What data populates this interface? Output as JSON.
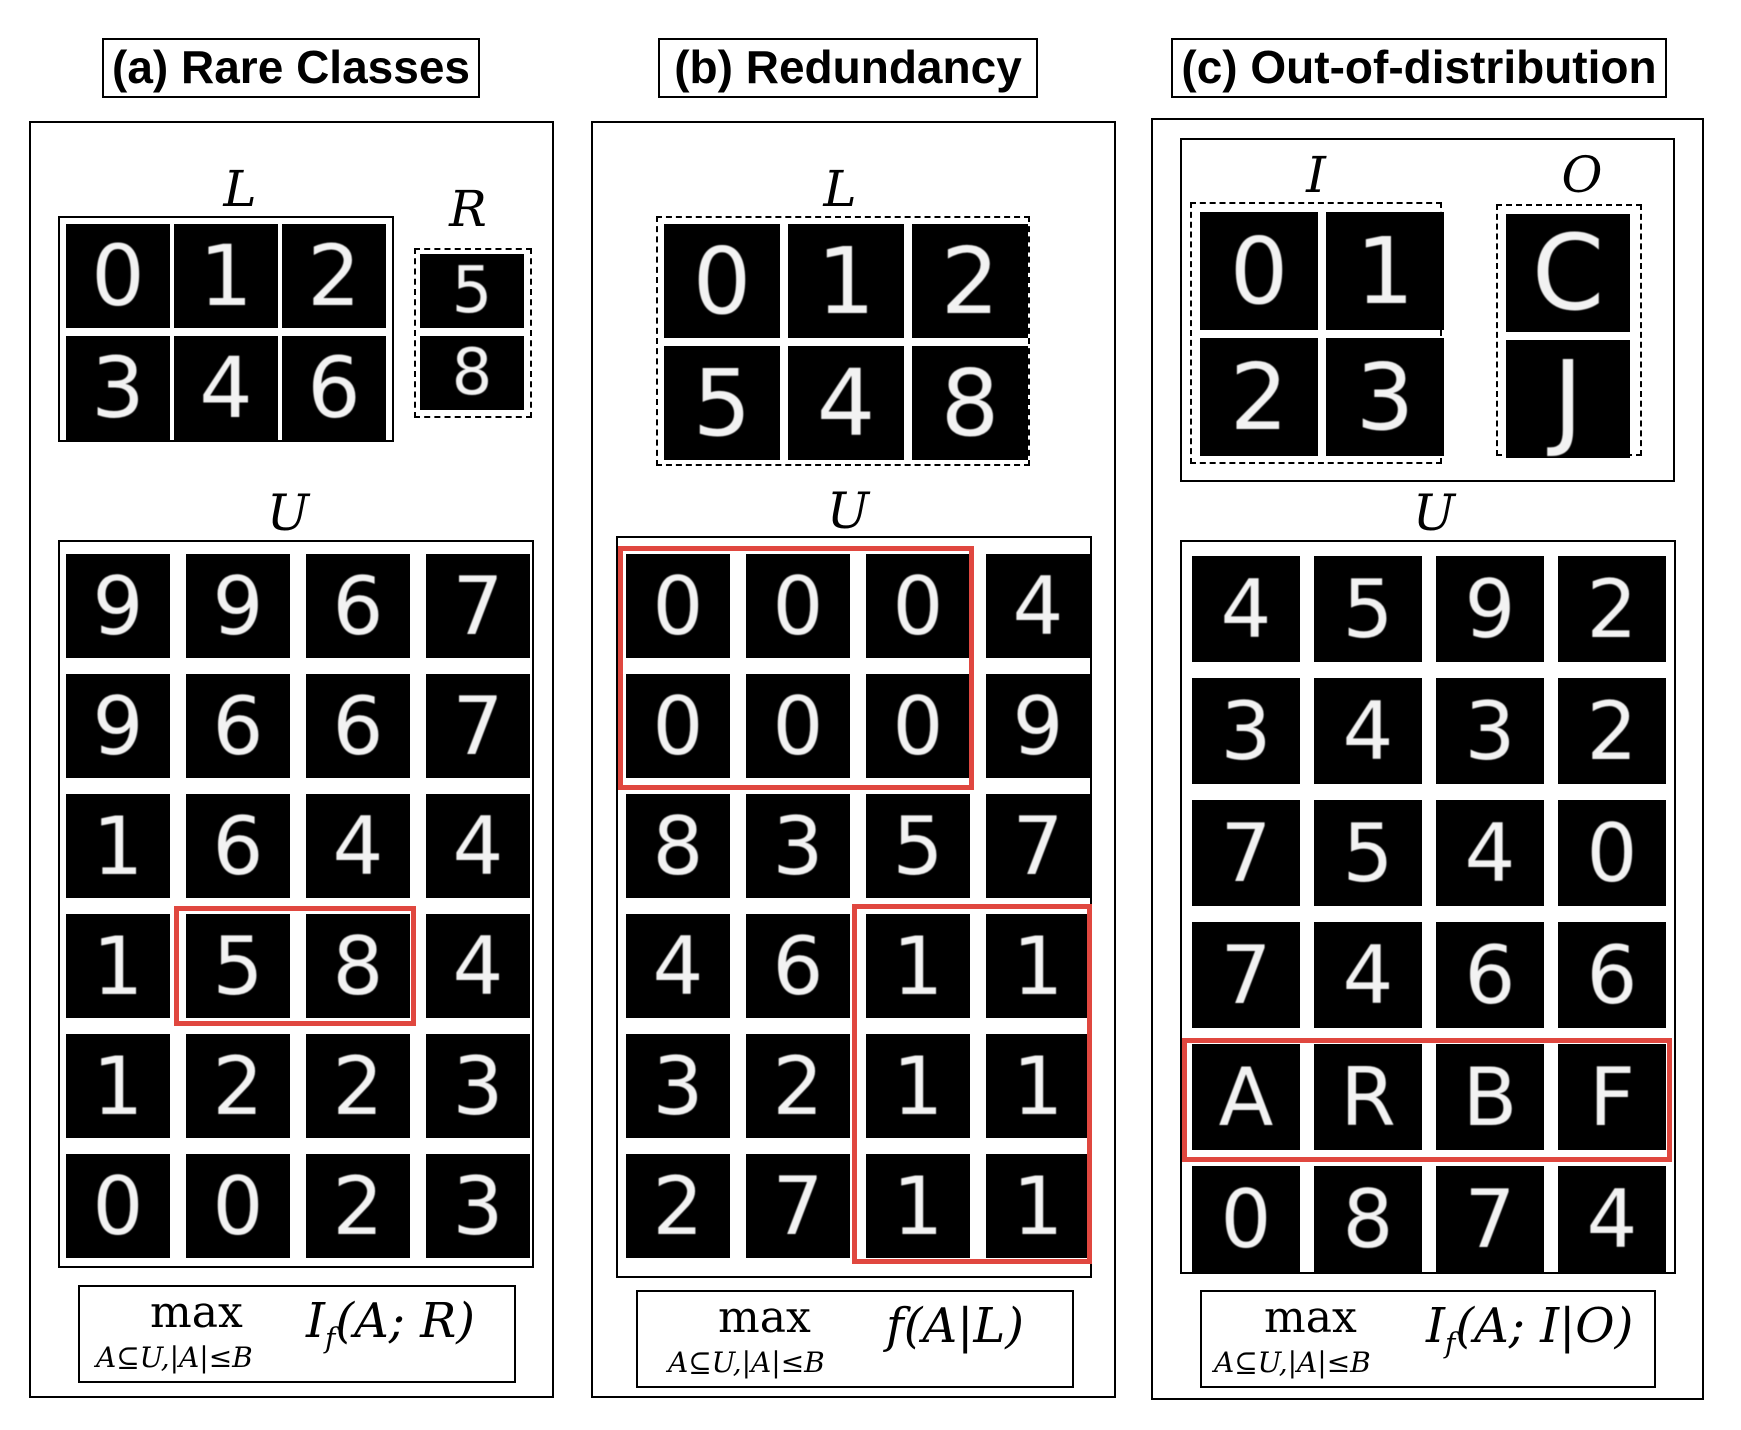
{
  "panels": [
    {
      "title": "(a) Rare Classes",
      "sets": [
        {
          "label": "L",
          "digits": [
            "0",
            "1",
            "2",
            "3",
            "4",
            "6"
          ]
        },
        {
          "label": "R",
          "digits": [
            "5",
            "8"
          ]
        },
        {
          "label": "U",
          "digits": [
            "9",
            "9",
            "6",
            "7",
            "9",
            "6",
            "6",
            "7",
            "1",
            "6",
            "4",
            "4",
            "1",
            "5",
            "8",
            "4",
            "1",
            "2",
            "2",
            "3",
            "0",
            "0",
            "2",
            "3"
          ]
        }
      ],
      "formula": {
        "op": "max",
        "sub": "A⊆U,|A|≤B",
        "expr": "I_f(A; R)"
      }
    },
    {
      "title": "(b) Redundancy",
      "sets": [
        {
          "label": "L",
          "digits": [
            "0",
            "1",
            "2",
            "5",
            "4",
            "8"
          ]
        },
        {
          "label": "U",
          "digits": [
            "0",
            "0",
            "0",
            "4",
            "0",
            "0",
            "0",
            "9",
            "8",
            "3",
            "5",
            "7",
            "4",
            "6",
            "1",
            "1",
            "3",
            "2",
            "1",
            "1",
            "2",
            "7",
            "1",
            "1"
          ]
        }
      ],
      "formula": {
        "op": "max",
        "sub": "A⊆U,|A|≤B",
        "expr": "f(A|L)"
      }
    },
    {
      "title": "(c) Out-of-distribution",
      "sets": [
        {
          "label": "I",
          "digits": [
            "0",
            "1",
            "2",
            "3"
          ]
        },
        {
          "label": "O",
          "digits": [
            "C",
            "J"
          ]
        },
        {
          "label": "U",
          "digits": [
            "4",
            "5",
            "9",
            "2",
            "3",
            "4",
            "3",
            "2",
            "7",
            "5",
            "4",
            "0",
            "7",
            "4",
            "6",
            "6",
            "A",
            "R",
            "B",
            "F",
            "0",
            "8",
            "7",
            "4"
          ]
        }
      ],
      "formula": {
        "op": "max",
        "sub": "A⊆U,|A|≤B",
        "expr": "I_f(A; I|O)"
      }
    }
  ],
  "highlight_color": "#e0473f"
}
